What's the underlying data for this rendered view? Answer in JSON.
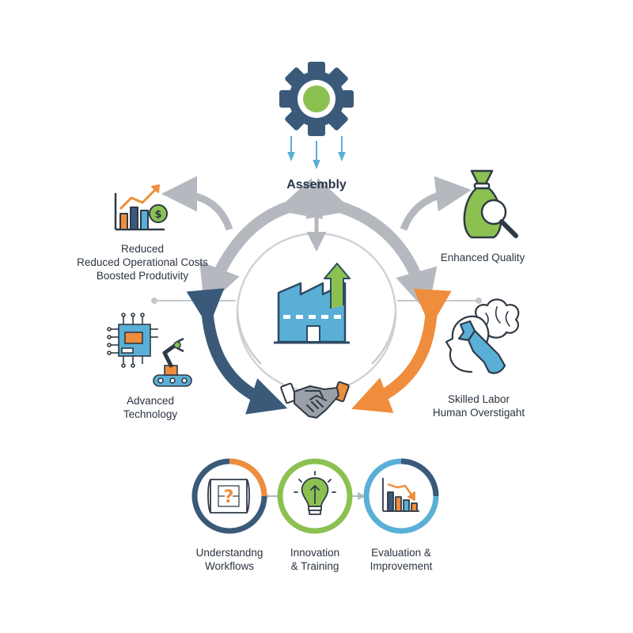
{
  "center": {
    "title": "Assembly",
    "icons": [
      "gear-icon",
      "factory-icon",
      "handshake-icon"
    ]
  },
  "nodes": {
    "reduced_costs": {
      "lines": [
        "Reduced",
        "Reduced Operational Costs",
        "Boosted Produtivity"
      ],
      "icon": "growth-chart-icon"
    },
    "enhanced_quality": {
      "lines": [
        "Enhanced Quality"
      ],
      "icon": "money-bag-magnifier-icon"
    },
    "advanced_technology": {
      "lines": [
        "Advanced",
        "Technology"
      ],
      "icon": "circuit-robot-arm-icon"
    },
    "skilled_labor": {
      "lines": [
        "Skilled Labor",
        "Human Overstigaht"
      ],
      "icon": "head-wrench-icon"
    }
  },
  "steps": [
    {
      "lines": [
        "Understandng",
        "Workflows"
      ],
      "icon": "blueprint-question-icon"
    },
    {
      "lines": [
        "Innovation",
        "& Training"
      ],
      "icon": "lightbulb-icon"
    },
    {
      "lines": [
        "Evaluation &",
        "Improvement"
      ],
      "icon": "declining-chart-icon"
    }
  ],
  "colors": {
    "navy": "#3b5a7a",
    "green": "#8cc152",
    "orange": "#ef8d3c",
    "blue": "#4fa8d0",
    "gray": "#b5b9bf"
  }
}
